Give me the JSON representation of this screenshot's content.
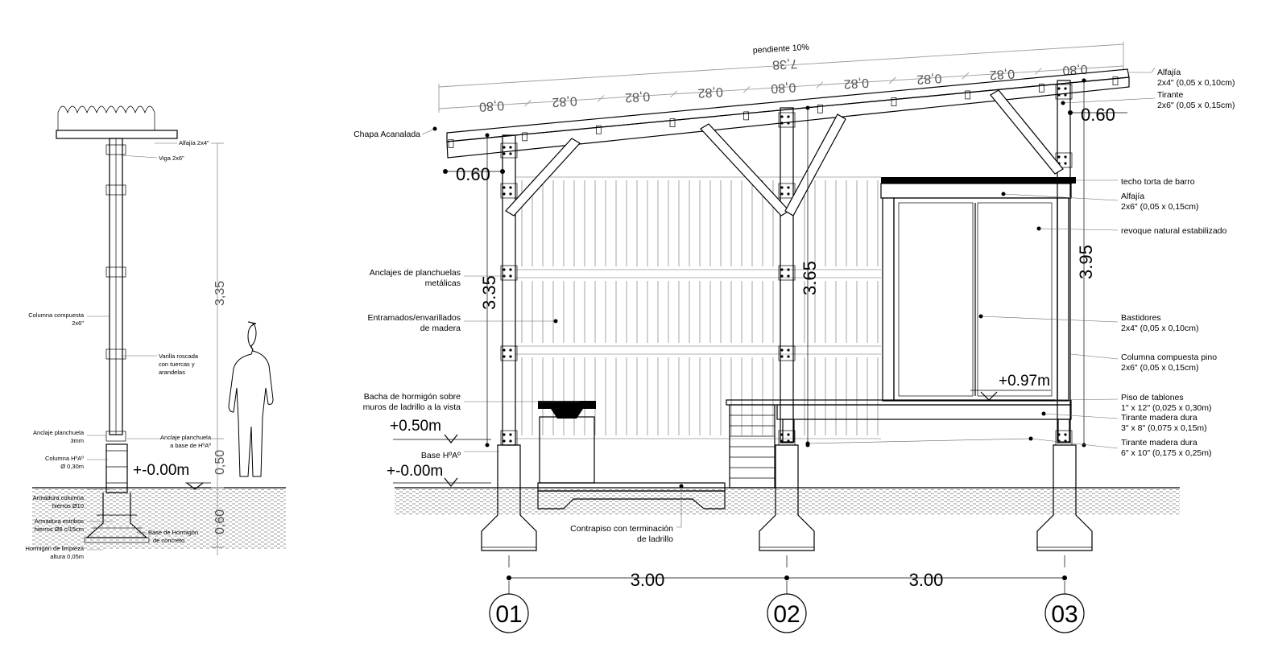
{
  "side_detail": {
    "labels": {
      "alfajia": "Alfajía 2x4\"",
      "viga": "Viga 2x6\"",
      "columna_compuesta_1": "Columna compuesta",
      "columna_compuesta_2": "2x6\"",
      "varilla_1": "Varilla roscada",
      "varilla_2": "con tuercas y",
      "varilla_3": "arandelas",
      "anclaje_1": "Anclaje planchuela",
      "anclaje_2": "3mm",
      "anclaje_base_1": "Anclaje planchuela",
      "anclaje_base_2": "a base de HºAº",
      "columna_ha_1": "Columna HºAº",
      "columna_ha_2": "Ø 0,30m",
      "armadura_col_1": "Armadura columna",
      "armadura_col_2": "hierros Ø10",
      "armadura_est_1": "Armadura estribos",
      "armadura_est_2": "hierros Ø8 c/15cm",
      "base_horm_1": "Base de Hormigón",
      "base_horm_2": "de concreto",
      "hormigon_limp_1": "Hormigón de limpieza",
      "hormigon_limp_2": "altura 0,05m"
    },
    "level": "+-0.00m",
    "dims": [
      "3,35",
      "0,50",
      "0,60"
    ]
  },
  "main_section": {
    "roof": {
      "slope": "pendiente 10%",
      "total": "7,38",
      "spans": [
        "0,80",
        "0,82",
        "0,82",
        "0,82",
        "0,80",
        "0,82",
        "0,82",
        "0,82",
        "0,80"
      ]
    },
    "labels": {
      "chapa": "Chapa Acanalada",
      "anclajes_1": "Anclajes de planchuelas",
      "anclajes_2": "metálicas",
      "entramados_1": "Entramados/envarillados",
      "entramados_2": "de madera",
      "bacha_1": "Bacha de hormigón sobre",
      "bacha_2": "muros de ladrillo a la vista",
      "base_ha": "Base HºAº",
      "contrapiso_1": "Contrapiso con terminación",
      "contrapiso_2": "de ladrillo",
      "alfajia_top_1": "Alfajía",
      "alfajia_top_2": "2x4\" (0,05 x 0,10cm)",
      "tirante_top_1": "Tirante",
      "tirante_top_2": "2x6\" (0,05 x 0,15cm)",
      "techo_torta": "techo torta de barro",
      "alfajia_mid_1": "Alfajía",
      "alfajia_mid_2": "2x6\" (0,05 x 0,15cm)",
      "revoque": "revoque natural estabilizado",
      "bastidores_1": "Bastidores",
      "bastidores_2": "2x4\" (0,05 x 0,10cm)",
      "columna_pino_1": "Columna compuesta pino",
      "columna_pino_2": "2x6\" (0,05 x 0,15cm)",
      "piso_1": "Piso de tablones",
      "piso_2": "1\" x 12\" (0,025 x 0,30m)",
      "tirante_dura1_1": "Tirante madera dura",
      "tirante_dura1_2": "3\" x 8\" (0,075 x 0,15m)",
      "tirante_dura2_1": "Tirante madera dura",
      "tirante_dura2_2": "6\" x 10\" (0,175 x 0,25m)"
    },
    "levels": {
      "plus050": "+0.50m",
      "zero": "+-0.00m",
      "plus097": "+0.97m"
    },
    "dims": {
      "left_overhang": "0.60",
      "right_overhang": "0.60",
      "col1_height": "3.35",
      "col2_height": "3.65",
      "col3_height": "3.95",
      "bay1": "3.00",
      "bay2": "3.00"
    },
    "axes": [
      "01",
      "02",
      "03"
    ]
  }
}
